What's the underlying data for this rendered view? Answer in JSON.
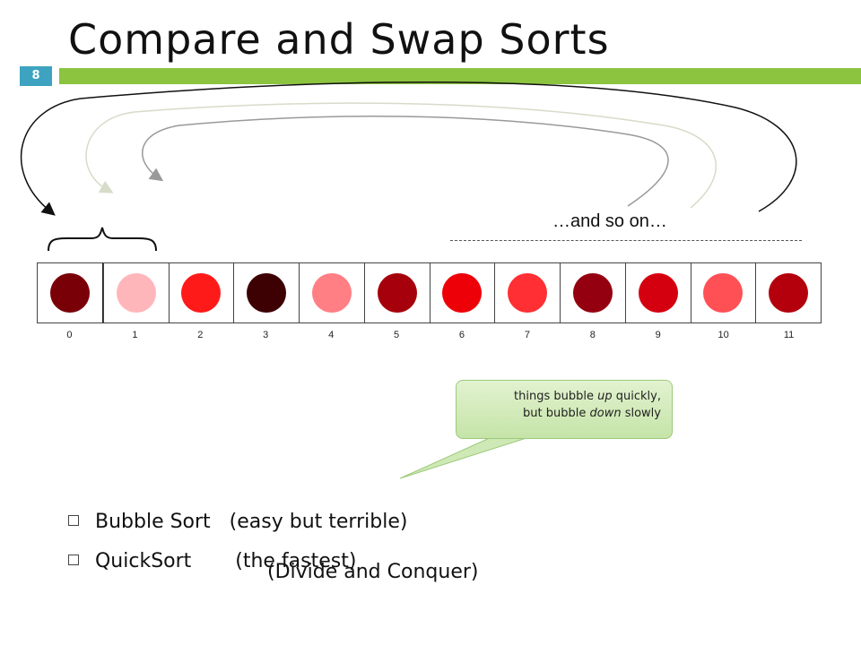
{
  "slide": {
    "title": "Compare and Swap Sorts",
    "number": "8"
  },
  "annotation": {
    "and_so_on": "…and so on…"
  },
  "array": {
    "colors": [
      "#7a0008",
      "#ffb6bb",
      "#ff1a1a",
      "#3d0003",
      "#ff7f85",
      "#a5000b",
      "#ee0008",
      "#ff2f33",
      "#950010",
      "#d5000f",
      "#ff5055",
      "#b4000d"
    ],
    "indices": [
      "0",
      "1",
      "2",
      "3",
      "4",
      "5",
      "6",
      "7",
      "8",
      "9",
      "10",
      "11"
    ]
  },
  "callout": {
    "line1_pre": "things bubble ",
    "line1_em": "up",
    "line1_post": " quickly,",
    "line2_pre": "but bubble ",
    "line2_em": "down",
    "line2_post": " slowly"
  },
  "bullets": {
    "item1": "Bubble Sort   (easy but terrible)",
    "item2": "QuickSort       (the fastest)",
    "item2_sub": "(Divide and Conquer)"
  }
}
